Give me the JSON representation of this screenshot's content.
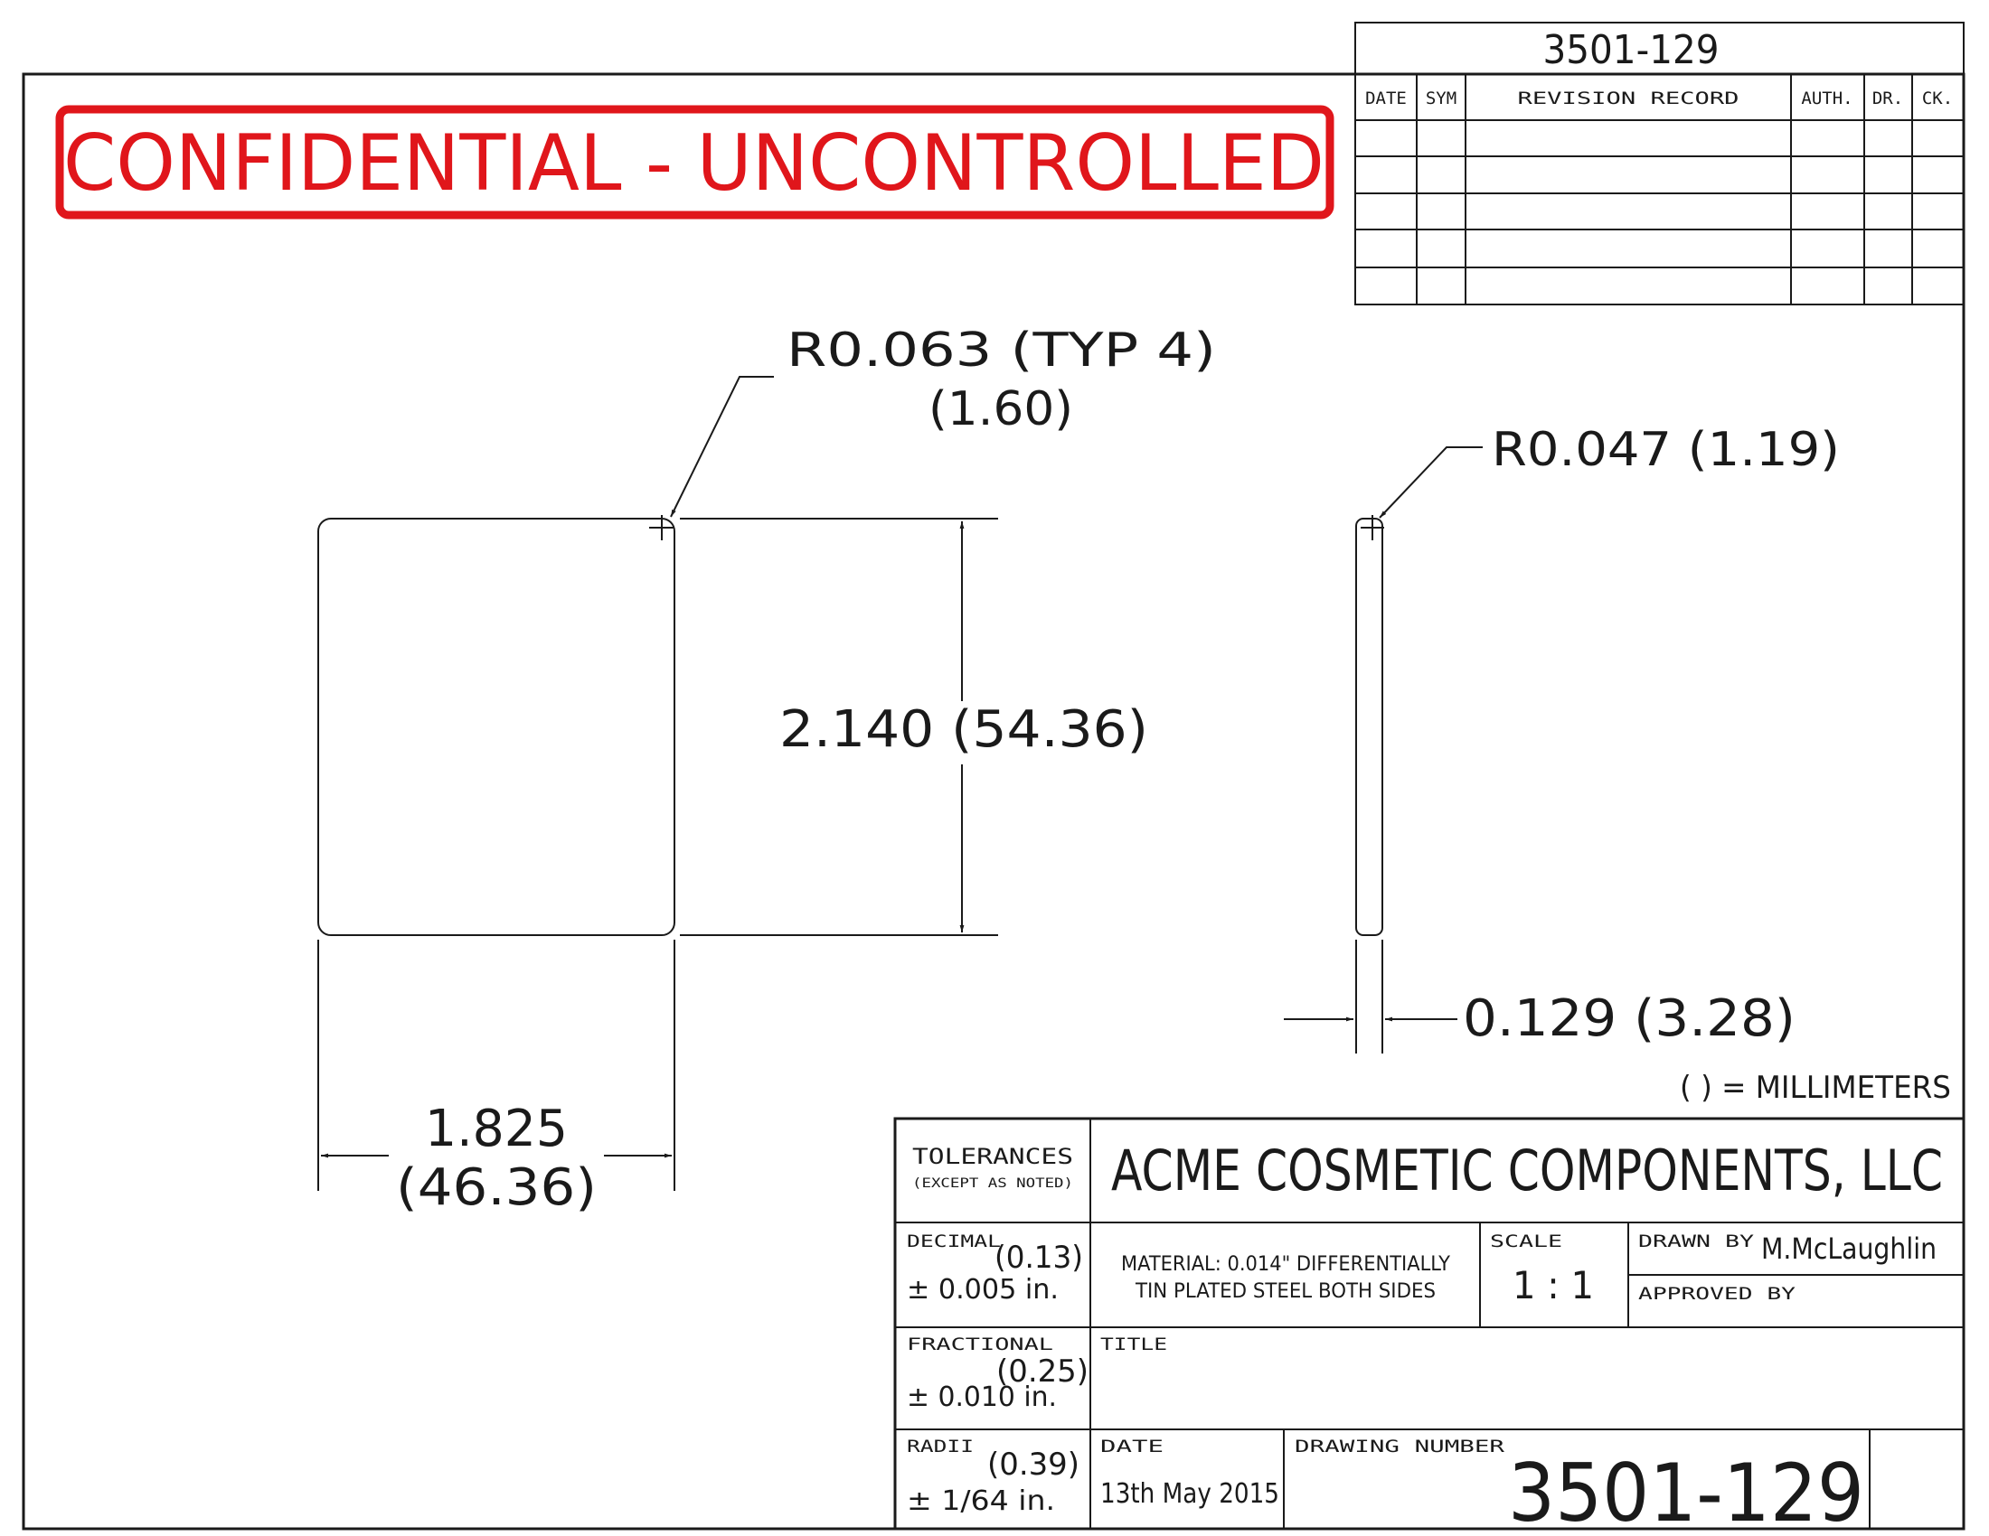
{
  "revision_block": {
    "part_number": "3501-129",
    "headers": {
      "date": "DATE",
      "sym": "SYM",
      "record": "REVISION RECORD",
      "auth": "AUTH.",
      "dr": "DR.",
      "ck": "CK."
    }
  },
  "stamp": {
    "text": "CONFIDENTIAL - UNCONTROLLED",
    "color": "#e0161b"
  },
  "front_view": {
    "corner_radius": "R0.063 (TYP 4)",
    "corner_radius_mm": "(1.60)",
    "height": "2.140 (54.36)",
    "width": "1.825",
    "width_mm": "(46.36)"
  },
  "side_view": {
    "corner_radius": "R0.047 (1.19)",
    "thickness": "0.129 (3.28)"
  },
  "units_note": "( ) = MILLIMETERS",
  "title_block": {
    "tolerances_title": "TOLERANCES",
    "tolerances_sub": "(EXCEPT AS NOTED)",
    "company": "ACME COSMETIC COMPONENTS, LLC",
    "decimal_label": "DECIMAL",
    "decimal_mm": "(0.13)",
    "decimal_value": "± 0.005 in.",
    "material_line1": "MATERIAL: 0.014\" DIFFERENTIALLY",
    "material_line2": "TIN PLATED STEEL BOTH SIDES",
    "scale_label": "SCALE",
    "scale_value": "1 : 1",
    "drawn_by_label": "DRAWN BY",
    "drawn_by_value": "M.McLaughlin",
    "approved_by_label": "APPROVED BY",
    "fractional_label": "FRACTIONAL",
    "fractional_mm": "(0.25)",
    "fractional_value": "± 0.010 in.",
    "title_label": "TITLE",
    "radii_label": "RADII",
    "radii_mm": "(0.39)",
    "radii_value": "± 1/64 in.",
    "date_label": "DATE",
    "date_value": "13th May 2015",
    "drawing_number_label": "DRAWING NUMBER",
    "drawing_number_value": "3501-129"
  }
}
